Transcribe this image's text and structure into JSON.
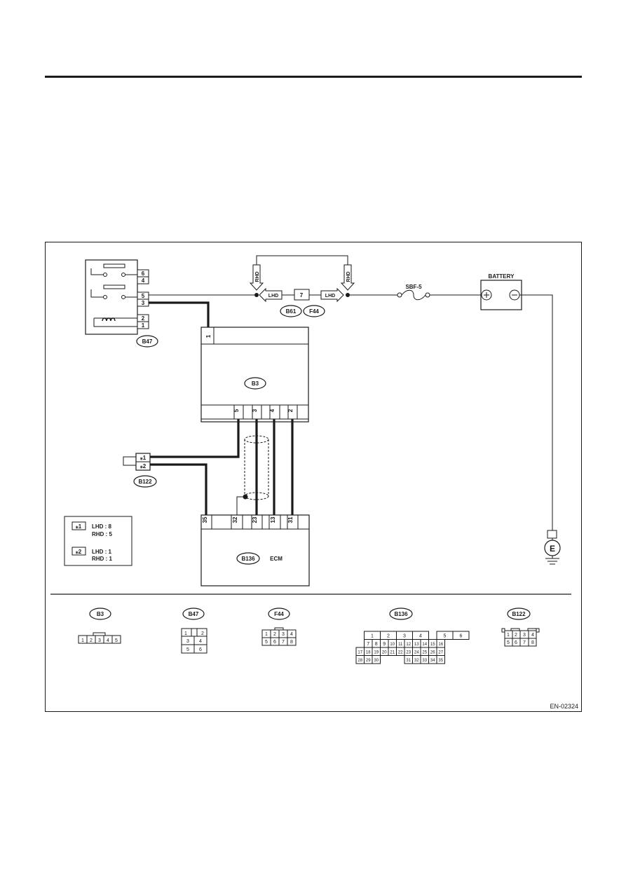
{
  "figure_id": "EN-02324",
  "battery_label": "BATTERY",
  "fuse_label": "SBF-5",
  "ground_label": "E",
  "ecm_label": "ECM",
  "lhd": "LHD",
  "rhd": "RHD",
  "fuse_box_pin": "7",
  "connectors": {
    "b47": "B47",
    "b3": "B3",
    "b61": "B61",
    "f44": "F44",
    "b122": "B122",
    "b136": "B136"
  },
  "b47_pins": [
    "6",
    "4",
    "5",
    "3",
    "2",
    "1"
  ],
  "b3_top_pin": "1",
  "b3_bottom_pins": [
    "5",
    "3",
    "4",
    "2"
  ],
  "b122_pins": [
    "⁎1",
    "⁎2"
  ],
  "b136_pins": [
    "35",
    "32",
    "23",
    "13",
    "31"
  ],
  "legend": {
    "star1_key": "⁎1",
    "star1_lines": [
      "LHD : 8",
      "RHD : 5"
    ],
    "star2_key": "⁎2",
    "star2_lines": [
      "LHD : 1",
      "RHD : 1"
    ]
  },
  "faces": {
    "b3": [
      "1",
      "2",
      "3",
      "4",
      "5"
    ],
    "b47": [
      "1",
      "2",
      "3",
      "4",
      "5",
      "6"
    ],
    "f44": [
      "1",
      "2",
      "3",
      "4",
      "5",
      "6",
      "7",
      "8"
    ],
    "b136_row1": [
      "1",
      "2",
      "3",
      "4",
      "5",
      "6"
    ],
    "b136_row2": [
      "7",
      "8",
      "9",
      "10",
      "11",
      "12",
      "13",
      "14",
      "15",
      "16"
    ],
    "b136_row3": [
      "17",
      "18",
      "19",
      "20",
      "21",
      "22",
      "23",
      "24",
      "25",
      "26",
      "27"
    ],
    "b136_row4a": [
      "28",
      "29",
      "30"
    ],
    "b136_row4b": [
      "31",
      "32",
      "33",
      "34",
      "35"
    ],
    "b122": [
      "1",
      "2",
      "3",
      "4",
      "5",
      "6",
      "7",
      "8"
    ]
  }
}
